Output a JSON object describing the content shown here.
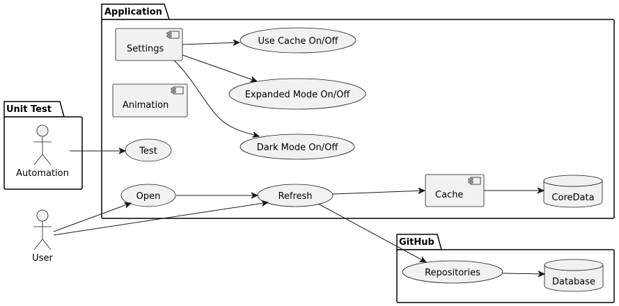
{
  "packages": {
    "application": "Application",
    "unit_test": "Unit Test",
    "github": "GitHub"
  },
  "components": {
    "settings": "Settings",
    "animation": "Animation",
    "cache": "Cache"
  },
  "usecases": {
    "use_cache": "Use Cache On/Off",
    "expanded_mode": "Expanded Mode On/Off",
    "dark_mode": "Dark Mode On/Off",
    "test": "Test",
    "open": "Open",
    "refresh": "Refresh",
    "repositories": "Repositories"
  },
  "databases": {
    "coredata": "CoreData",
    "database": "Database"
  },
  "actors": {
    "automation": "Automation",
    "user": "User"
  },
  "edges": [
    {
      "from": "Settings",
      "to": "Use Cache On/Off"
    },
    {
      "from": "Settings",
      "to": "Expanded Mode On/Off"
    },
    {
      "from": "Settings",
      "to": "Dark Mode On/Off"
    },
    {
      "from": "Automation",
      "to": "Test"
    },
    {
      "from": "User",
      "to": "Open"
    },
    {
      "from": "User",
      "to": "Refresh"
    },
    {
      "from": "Open",
      "to": "Refresh"
    },
    {
      "from": "Refresh",
      "to": "Cache"
    },
    {
      "from": "Cache",
      "to": "CoreData"
    },
    {
      "from": "Refresh",
      "to": "Repositories"
    },
    {
      "from": "Repositories",
      "to": "Database"
    }
  ]
}
